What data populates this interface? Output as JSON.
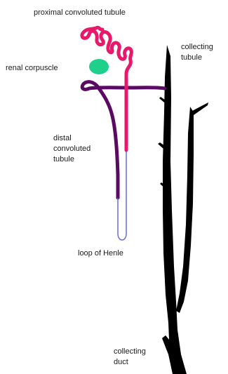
{
  "labels": {
    "proximal_convoluted_tubule": "proximal convoluted tubule",
    "renal_corpuscle": "renal corpuscle",
    "collecting_tubule": "collecting\ntubule",
    "distal_convoluted_tubule": "distal\nconvoluted\ntubule",
    "loop_of_henle": "loop of Henle",
    "collecting_duct": "collecting\nduct"
  },
  "colors": {
    "proximal_tubule": "#e8186a",
    "renal_corpuscle": "#1fcf8c",
    "distal_tubule": "#5a0a63",
    "loop_of_henle": "#6a6ae0",
    "collecting_system": "#000000",
    "text": "#1a1a1a"
  }
}
